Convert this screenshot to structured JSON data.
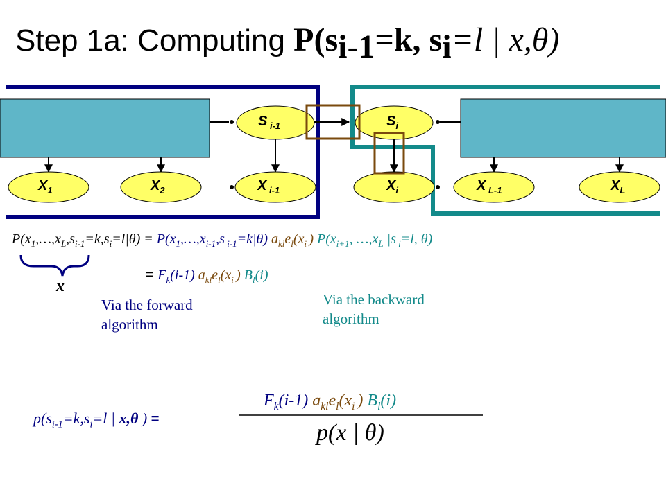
{
  "title": {
    "prefix": "Step 1a: Computing ",
    "P": "P(s",
    "sub1": "i-1",
    "mid": "=k, s",
    "sub2": "i",
    "eq_l": "=l | ",
    "x": "x",
    "theta": ",θ)"
  },
  "nodes": {
    "s_prev": {
      "base": "S",
      "sub": " i-1"
    },
    "s_i": {
      "base": "S",
      "sub": "i"
    },
    "x1": {
      "base": "X",
      "sub": "1"
    },
    "x2": {
      "base": "X",
      "sub": "2"
    },
    "x_prev": {
      "base": "X",
      "sub": " i-1"
    },
    "x_i": {
      "base": "X",
      "sub": "i"
    },
    "x_L1": {
      "base": "X",
      "sub": " L-1"
    },
    "x_L": {
      "base": "X",
      "sub": "L"
    }
  },
  "equation1": {
    "lhs_a": "P(x",
    "lhs_b": "1",
    "lhs_c": ",…,x",
    "lhs_d": "L",
    "lhs_e": ",s",
    "lhs_f": "i-1",
    "lhs_g": "=k,s",
    "lhs_h": "i",
    "lhs_i": "=l|",
    "lhs_theta": "θ",
    "lhs_j": ") = ",
    "fwd_a": "P(x",
    "fwd_b": "1",
    "fwd_c": ",…,x",
    "fwd_d": "i-1",
    "fwd_e": ",s",
    "fwd_f": " i-1",
    "fwd_g": "=k|",
    "fwd_theta": "θ",
    "fwd_h": ")",
    "mid_a": " a",
    "mid_b": "kl",
    "mid_c": "e",
    "mid_d": "l",
    "mid_e": "(x",
    "mid_f": "i ",
    "mid_g": ") ",
    "bwd_a": "P(x",
    "bwd_b": "i+1",
    "bwd_c": ", …,x",
    "bwd_d": "L",
    "bwd_e": " |s",
    "bwd_f": " i",
    "bwd_g": "=l, ",
    "bwd_theta": "θ",
    "bwd_h": ")"
  },
  "equation2": {
    "eq": "= ",
    "F": "F",
    "Fk": "k",
    "Fi": "(i-1) ",
    "a": "a",
    "akl": "kl",
    "e": "e",
    "el": "l",
    "x": "(x",
    "xi": "i ",
    "xc": ") ",
    "B": "B",
    "Bl": "l",
    "Bi": "(i)"
  },
  "brace_label": "x",
  "note_forward": "Via the forward algorithm",
  "note_backward": "Via the backward algorithm",
  "final": {
    "lhs_a": "p(s",
    "lhs_b": "i-1",
    "lhs_c": "=k,s",
    "lhs_d": "i",
    "lhs_e": "=l | ",
    "lhs_x": "x,",
    "lhs_theta": "θ",
    "lhs_f": " ) ",
    "lhs_eq": "=",
    "num_F": "F",
    "num_k": "k",
    "num_i": "(i-1) ",
    "num_a": "a",
    "num_kl": "kl",
    "num_e": "e",
    "num_l": "l",
    "num_x": "(x",
    "num_xi": "i ",
    "num_xc": ") ",
    "num_B": "B",
    "num_Bl": "l",
    "num_Bi": "(i)",
    "den": "p(x | θ)"
  },
  "colors": {
    "navy": "#000080",
    "teal": "#138A8A",
    "brown": "#7A4A0E",
    "node_fill": "#FFFF66",
    "box_fill": "#5FB6C8"
  }
}
